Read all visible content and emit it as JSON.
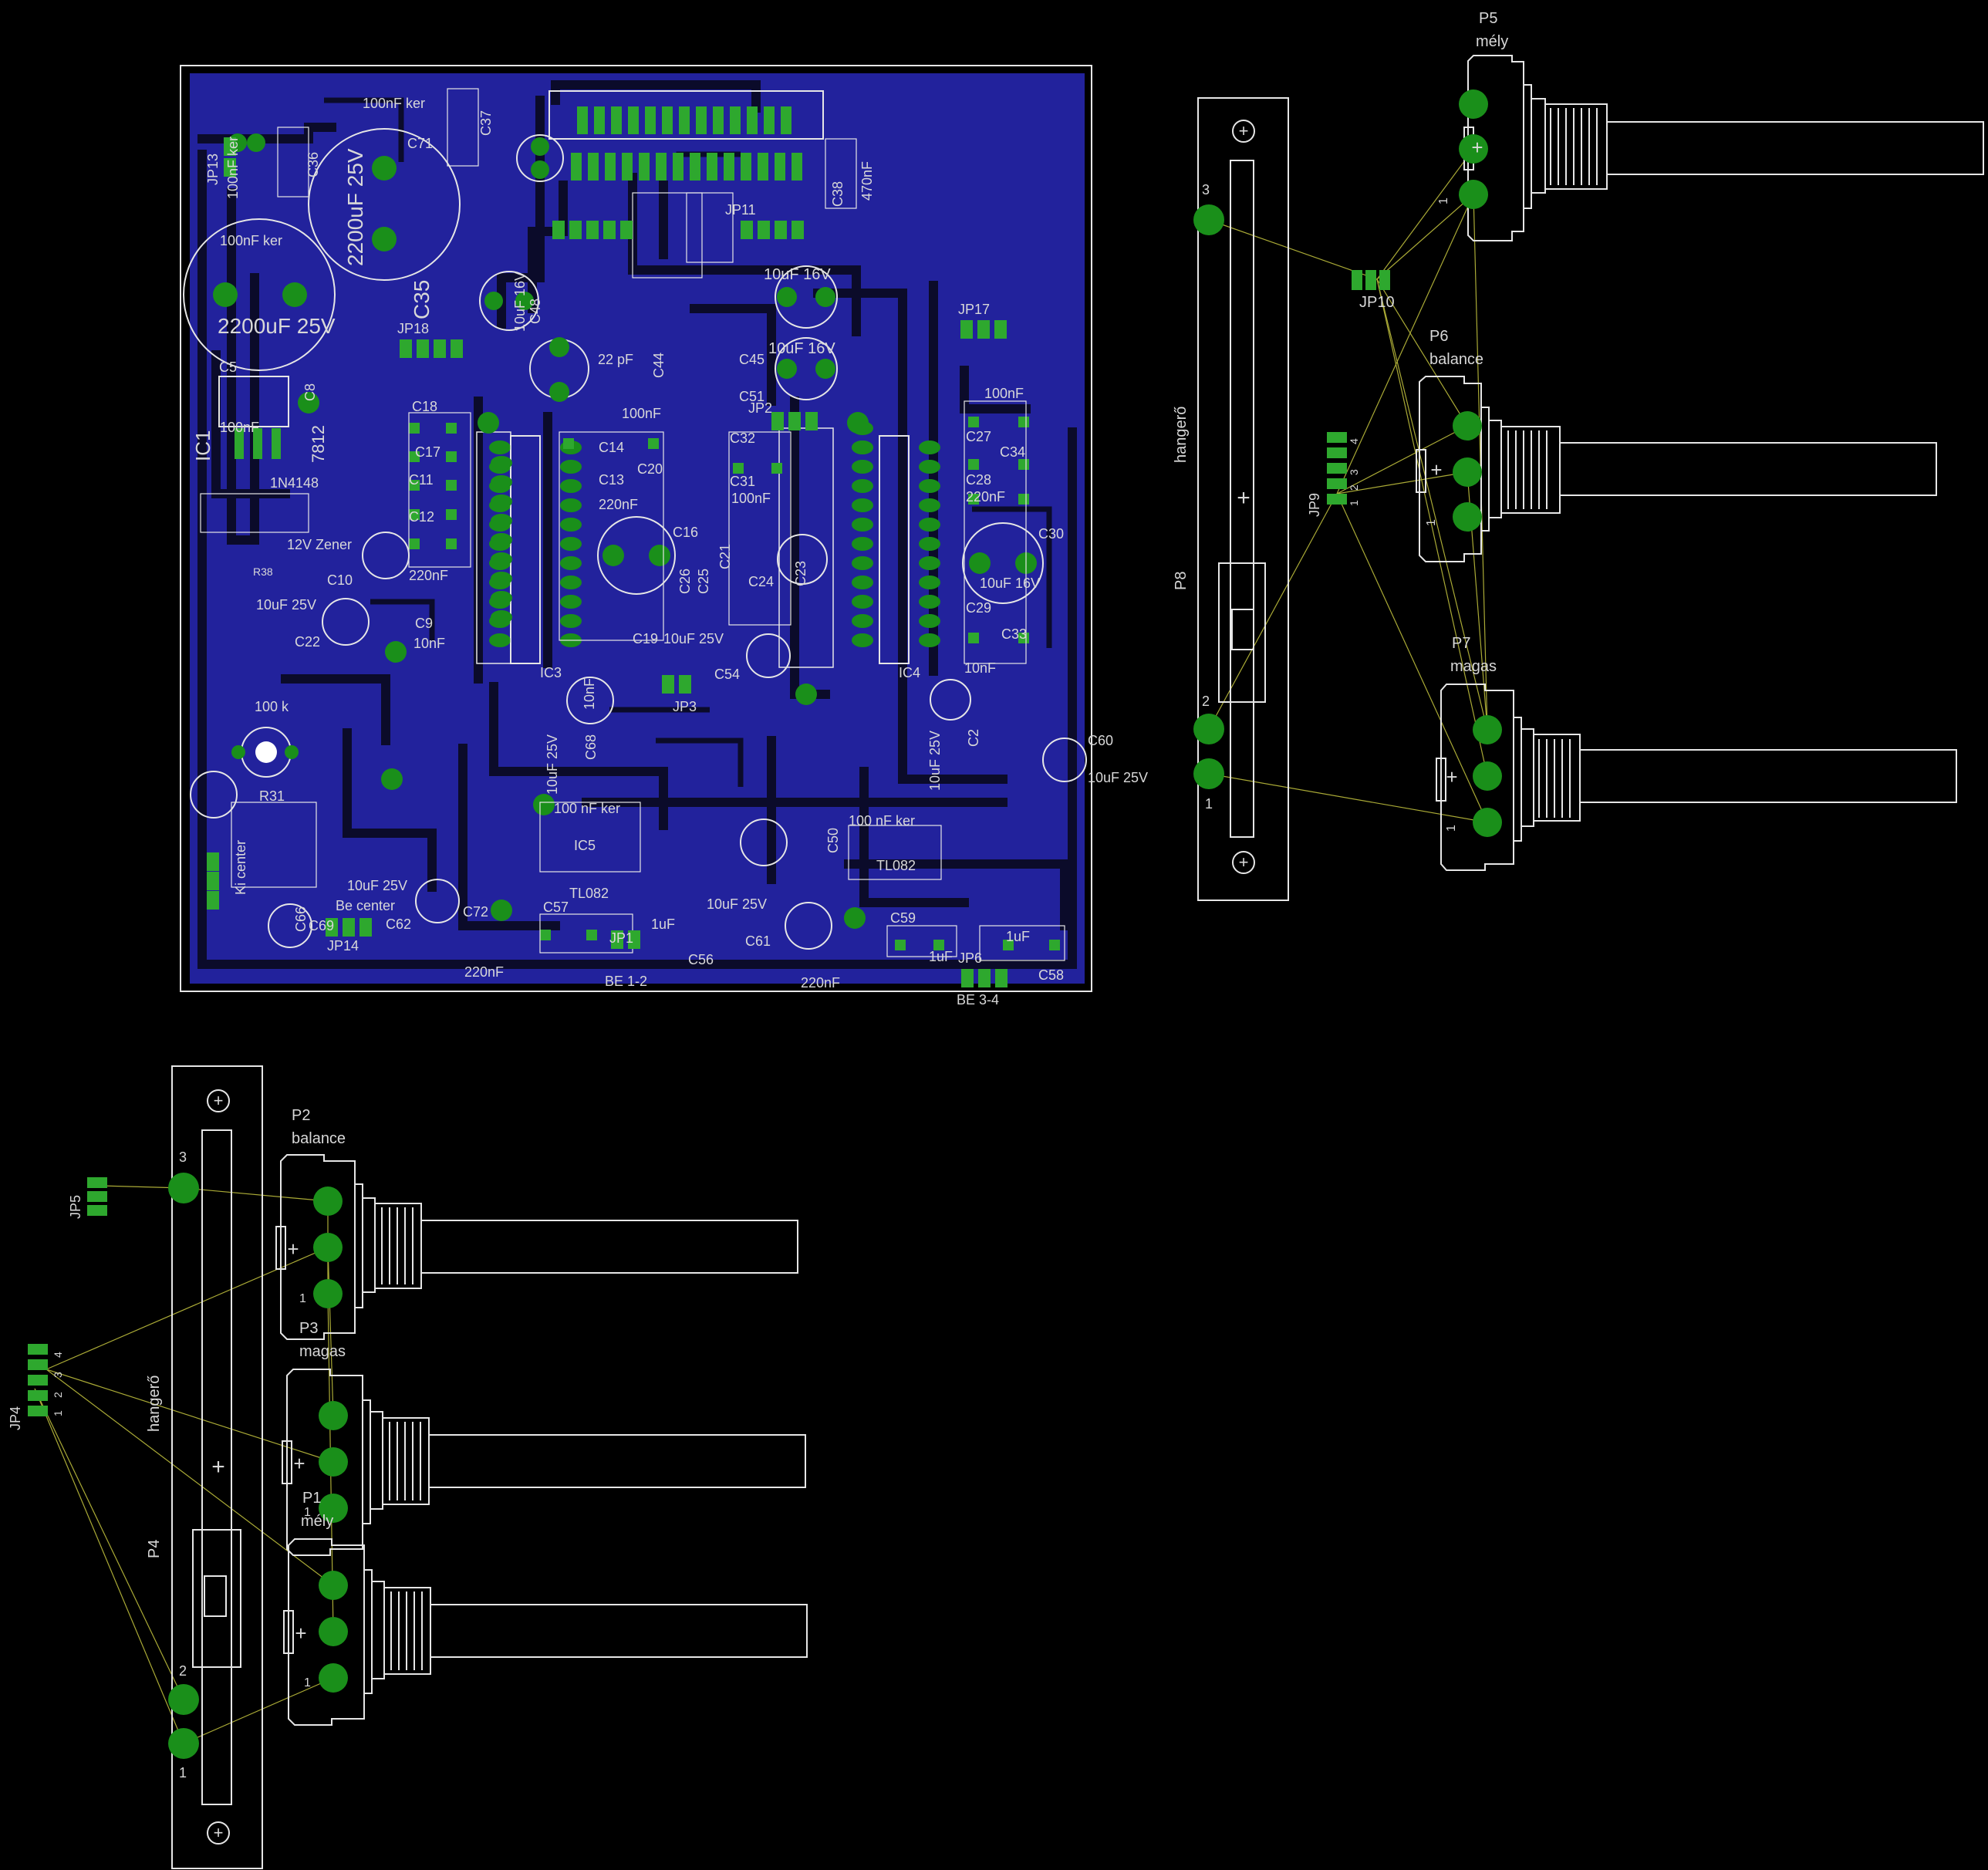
{
  "app": "PCB layout editor (board view)",
  "colors": {
    "background": "#000000",
    "board_fill": "#22229c",
    "pad": "#1a8f1a",
    "silk": "#e6e6e6",
    "airwire": "#c8c840"
  },
  "board": {
    "parts": {
      "ic1": "IC1",
      "ic3": "IC3",
      "ic4": "IC4",
      "ic5": "IC5",
      "c2200_a": "2200uF 25V",
      "c2200_b": "2200uF 25V",
      "c100nf_ker_a": "100nF ker",
      "c100nf_ker_b": "100nF ker",
      "c100nf_ker_c": "100nF ker",
      "reg": "7812",
      "diode": "1N4148",
      "c35": "C35",
      "c36": "C36",
      "c37": "C37",
      "c71": "C71",
      "c5": "C5",
      "c8": "C8",
      "c38": "C38",
      "c38v": "470nF",
      "jp18": "JP18",
      "jp17": "JP17",
      "jp11": "JP11",
      "jp13": "JP13",
      "jp2": "JP2",
      "jp3": "JP3",
      "jp14": "JP14",
      "jp1": "JP1",
      "jp6": "JP6",
      "c10uf16_a": "10uF 16V",
      "c10uf16_b": "10uF 16V",
      "c10uf16_c": "10uF 16V",
      "c48": "C48",
      "c45": "C45",
      "c44": "C44",
      "c22pf": "22 pF",
      "c100nf_a": "100nF",
      "c100nf_b": "100nF",
      "c100nf_c": "100nF",
      "c100nf_d": "100nF",
      "c220nf_a": "220nF",
      "c220nf_b": "220nF",
      "c220nf_c": "220nF",
      "c10nf_a": "10nF",
      "c10nf_b": "10nF",
      "c10nf_c": "10nF",
      "c16": "C16",
      "c30": "C30",
      "c30v": "10uF 16V",
      "c27": "C27",
      "c28": "C28",
      "c29": "C29",
      "c33": "C33",
      "c34": "C34",
      "c14": "C14",
      "c20": "C20",
      "c13": "C13",
      "c19": "C19",
      "c19v": "10uF 25V",
      "c9": "C9",
      "c10": "C10",
      "c11": "C11",
      "c12": "C12",
      "c17": "C17",
      "c18": "C18",
      "c22": "C22",
      "c22v": "10uF 25V",
      "c54": "C54",
      "c68": "C68",
      "c68v": "10uF 25V",
      "c2": "C2",
      "c2v": "10uF 25V",
      "c60": "C60",
      "c60v": "10uF 25V",
      "c62": "C62",
      "c62v": "10uF 25V",
      "c72": "C72",
      "c69": "C69",
      "c66": "C66",
      "c57": "C57",
      "c56": "C56",
      "c61": "C61",
      "c61v": "10uF 25V",
      "c59": "C59",
      "c58": "C58",
      "c1uf_a": "1uF",
      "c1uf_b": "1uF",
      "c1uf_c": "1uF",
      "ki_center": "Ki center",
      "be_center": "Be center",
      "be12": "BE 1-2",
      "be34": "BE 3-4",
      "r38": "R38",
      "r31": "R31",
      "pot100k": "100 k",
      "c100nfker_d": "100 nF ker",
      "c100nfker_e": "100 nF ker",
      "tl082a": "TL082",
      "tl082b": "TL082",
      "zener": "12V Zener",
      "c26": "C26",
      "c25": "C25",
      "c24": "C24",
      "c23": "C23",
      "c21": "C21",
      "c50": "C50",
      "c51": "C51",
      "c32": "C32",
      "c31": "C31"
    }
  },
  "panels": {
    "right": {
      "fader_name": "P8",
      "fader_label": "hangerő",
      "fader_pins": [
        "3",
        "2",
        "1"
      ],
      "pots": [
        {
          "id": "P5",
          "label": "mély"
        },
        {
          "id": "P6",
          "label": "balance"
        },
        {
          "id": "P7",
          "label": "magas"
        }
      ],
      "pin_labels": [
        "1"
      ],
      "jp10": "JP10",
      "jp9": "JP9",
      "jp_pins": [
        "4",
        "3",
        "2",
        "1"
      ]
    },
    "left": {
      "fader_name": "P4",
      "fader_label": "hangerő",
      "fader_pins": [
        "3",
        "2",
        "1"
      ],
      "pots": [
        {
          "id": "P2",
          "label": "balance"
        },
        {
          "id": "P3",
          "label": "magas"
        },
        {
          "id": "P1",
          "label": "mély"
        }
      ],
      "pin_labels": [
        "1"
      ],
      "jp5": "JP5",
      "jp4": "JP4",
      "jp_pins": [
        "4",
        "3",
        "2",
        "1"
      ]
    }
  }
}
